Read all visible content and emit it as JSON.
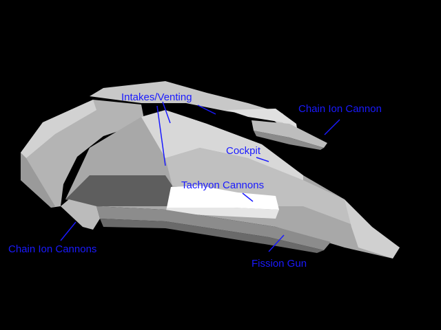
{
  "labels": {
    "intakes": "Intakes/Venting",
    "chain_ion_cannon": "Chain Ion Cannon",
    "cockpit": "Cockpit",
    "tachyon_cannons": "Tachyon Cannons",
    "chain_ion_cannons": "Chain Ion Cannons",
    "fission_gun": "Fission Gun"
  },
  "colors": {
    "label": "#1a1aff",
    "background": "#000000"
  }
}
